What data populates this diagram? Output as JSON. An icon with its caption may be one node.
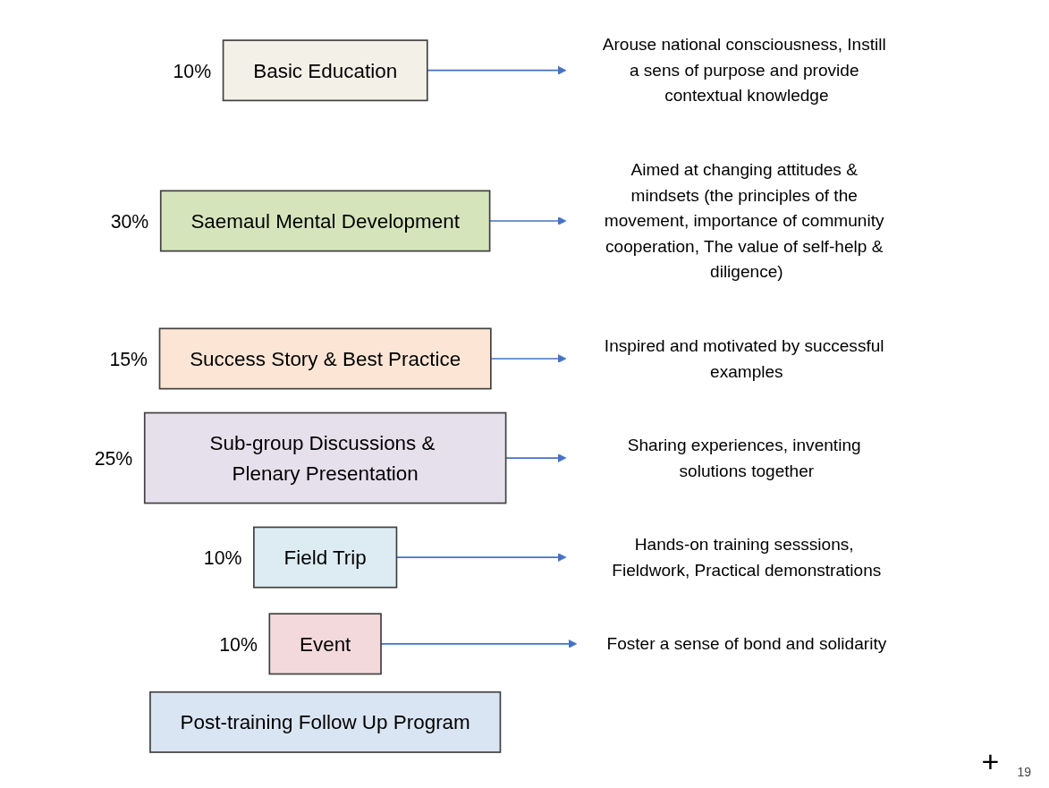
{
  "diagram": {
    "nodes": [
      {
        "text": [
          "Basic Education"
        ],
        "beside": [
          "10%"
        ]
      },
      {
        "text": [
          "Arouse national consciousness, Instill a sens of purpose and provide contextual knowledge"
        ]
      },
      {
        "text": [
          "Saemaul Mental Development"
        ],
        "beside": [
          "30%"
        ]
      },
      {
        "text": [
          "Aimed at changing attitudes & mindsets (the principles of the movement, importance of community cooperation, The value of self-help & diligence)"
        ]
      },
      {
        "text": [
          "Success Story & Best Practice"
        ],
        "beside": [
          "15%"
        ]
      },
      {
        "text": [
          "Inspired and motivated by successful examples"
        ]
      },
      {
        "text": [
          "Sub-group Discussions & Plenary Presentation"
        ],
        "beside": [
          "25%"
        ]
      },
      {
        "text": [
          "Sharing experiences, inventing solutions together"
        ]
      },
      {
        "text": [
          "Field Trip"
        ],
        "beside": [
          "10%"
        ]
      },
      {
        "text": [
          "Hands-on training sesssions, Fieldwork, Practical demonstrations"
        ]
      },
      {
        "text": [
          "Event"
        ],
        "beside": [
          "10%"
        ]
      },
      {
        "text": [
          "Foster a sense of bond and solidarity"
        ]
      },
      {
        "text": [
          "Post-training Follow Up Program"
        ]
      }
    ],
    "edges": [
      {
        "from": 0,
        "to": 1,
        "arrow": "to"
      },
      {
        "from": 2,
        "to": 3,
        "arrow": "to"
      },
      {
        "from": 4,
        "to": 5,
        "arrow": "to"
      },
      {
        "from": 6,
        "to": 7,
        "arrow": "to"
      },
      {
        "from": 8,
        "to": 9,
        "arrow": "to"
      },
      {
        "from": 10,
        "to": 11,
        "arrow": "to"
      }
    ],
    "labels": [
      "+",
      "19"
    ]
  }
}
